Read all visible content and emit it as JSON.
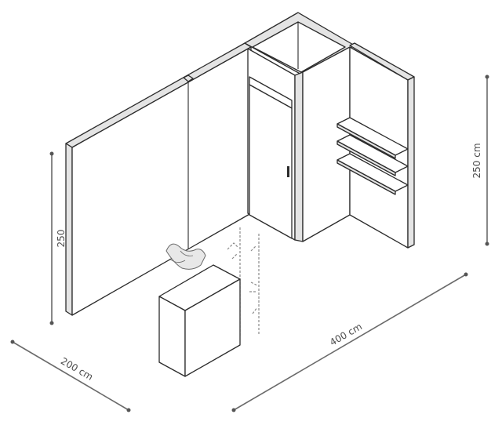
{
  "dimensions": {
    "height_left": "250",
    "height_right": "250 cm",
    "width": "400 cm",
    "depth": "200 cm"
  },
  "colors": {
    "line": "#2b2b2b",
    "edge_fill": "#e4e4e4",
    "dimension": "#6a6a6a"
  },
  "icons": {
    "door_handle": "door-handle-icon",
    "plant": "plant-icon"
  }
}
